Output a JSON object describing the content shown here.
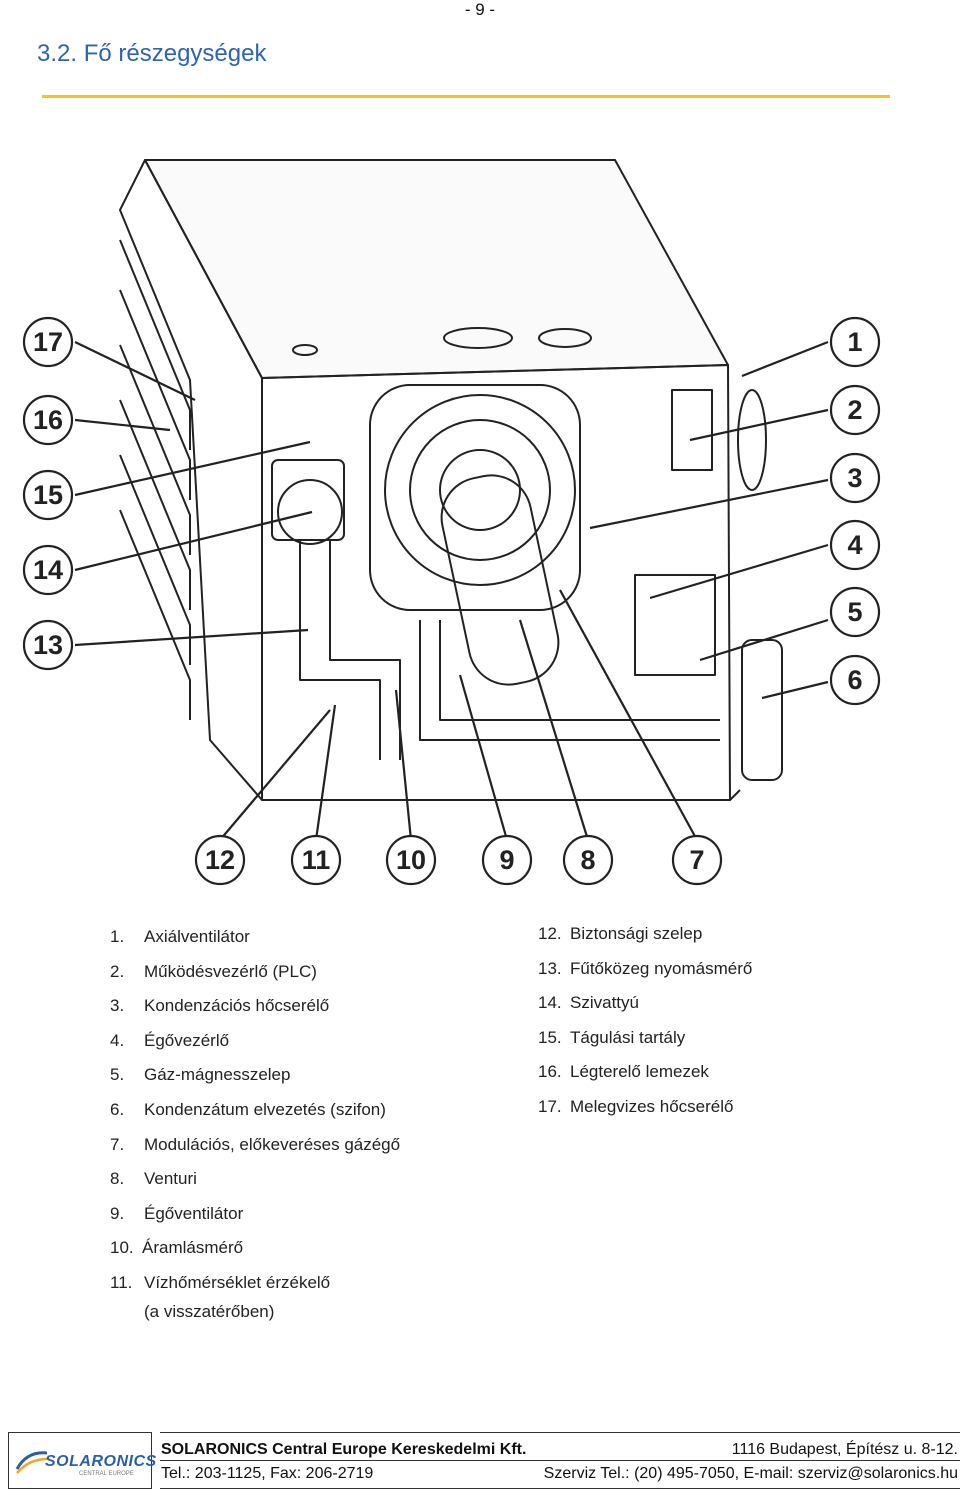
{
  "header": {
    "page_number": "- 9 -",
    "section_title": "3.2. Fő részegységek"
  },
  "diagram": {
    "callouts": [
      "1",
      "2",
      "3",
      "4",
      "5",
      "6",
      "7",
      "8",
      "9",
      "10",
      "11",
      "12",
      "13",
      "14",
      "15",
      "16",
      "17"
    ]
  },
  "legend": {
    "left": [
      {
        "num": "1.",
        "label": "Axiálventilátor"
      },
      {
        "num": "2.",
        "label": "Működésvezérlő (PLC)"
      },
      {
        "num": "3.",
        "label": "Kondenzációs hőcserélő"
      },
      {
        "num": "4.",
        "label": "Égővezérlő"
      },
      {
        "num": "5.",
        "label": "Gáz-mágnesszelep"
      },
      {
        "num": "6.",
        "label": "Kondenzátum elvezetés (szifon)"
      },
      {
        "num": "7.",
        "label": "Modulációs, előkeveréses gázégő"
      },
      {
        "num": "8.",
        "label": "Venturi"
      },
      {
        "num": "9.",
        "label": "Égőventilátor"
      },
      {
        "num": "10.",
        "label": "Áramlásmérő"
      },
      {
        "num": "11.",
        "label": "Vízhőmérséklet érzékelő",
        "cont": "(a visszatérőben)"
      }
    ],
    "right": [
      {
        "num": "12.",
        "label": "Biztonsági szelep"
      },
      {
        "num": "13.",
        "label": "Fűtőközeg nyomásmérő"
      },
      {
        "num": "14.",
        "label": "Szivattyú"
      },
      {
        "num": "15.",
        "label": "Tágulási tartály"
      },
      {
        "num": "16.",
        "label": "Légterelő lemezek"
      },
      {
        "num": "17.",
        "label": "Melegvizes hőcserélő"
      }
    ]
  },
  "footer": {
    "logo_text": "SOLARONICS",
    "logo_sub": "CENTRAL EUROPE",
    "company": "SOLARONICS Central Europe Kereskedelmi Kft.",
    "address": "1116 Budapest, Építész u. 8-12.",
    "phone": "Tel.: 203-1125, Fax: 206-2719",
    "service": "Szerviz Tel.: (20) 495-7050, E-mail: szerviz@solaronics.hu"
  },
  "colors": {
    "title": "#2e64b0",
    "rule": "#f5c518",
    "logo": "#2a5fa8"
  }
}
